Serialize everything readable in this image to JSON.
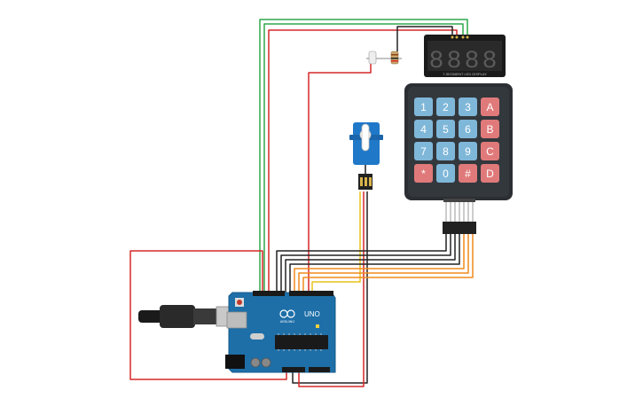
{
  "display": {
    "digits": [
      "8",
      "8",
      "8",
      "8"
    ],
    "label": "7-SEGMENT LED DISPLAY"
  },
  "keypad": {
    "keys": [
      [
        "1",
        "2",
        "3",
        "A"
      ],
      [
        "4",
        "5",
        "6",
        "B"
      ],
      [
        "7",
        "8",
        "9",
        "C"
      ],
      [
        "*",
        "0",
        "#",
        "D"
      ]
    ]
  },
  "arduino": {
    "model": "UNO",
    "brand": "ARDUINO"
  },
  "colors": {
    "board": "#1e6fa8",
    "keypad_body": "#2b2f33",
    "key_blue": "#7fb7d9",
    "key_red": "#e07a7a",
    "wire_red": "#d62828",
    "wire_green": "#2ea84a",
    "wire_black": "#222222",
    "wire_orange": "#f08a1c",
    "wire_yellow": "#e8c21a"
  },
  "icons": [
    "usb-cable-icon",
    "servo-icon",
    "resistor-icon"
  ]
}
